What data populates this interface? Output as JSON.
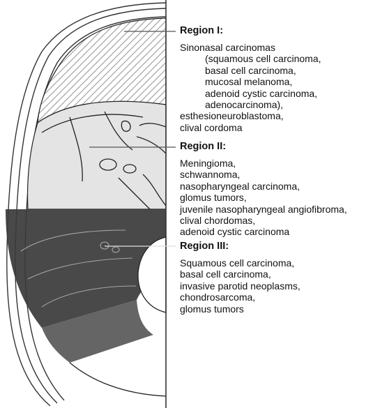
{
  "regions": [
    {
      "title": "Region I:",
      "lines": [
        {
          "text": "Sinonasal carcinomas",
          "indent": false
        },
        {
          "text": "(squamous cell carcinoma,",
          "indent": true
        },
        {
          "text": "basal cell carcinoma,",
          "indent": true
        },
        {
          "text": "mucosal melanoma,",
          "indent": true
        },
        {
          "text": "adenoid cystic carcinoma,",
          "indent": true
        },
        {
          "text": "adenocarcinoma),",
          "indent": true
        },
        {
          "text": "esthesioneuroblastoma,",
          "indent": false
        },
        {
          "text": "clival cordoma",
          "indent": false
        }
      ]
    },
    {
      "title": "Region II:",
      "lines": [
        {
          "text": "Meningioma,",
          "indent": false
        },
        {
          "text": "schwannoma,",
          "indent": false
        },
        {
          "text": "nasopharyngeal carcinoma,",
          "indent": false
        },
        {
          "text": "glomus tumors,",
          "indent": false
        },
        {
          "text": "juvenile nasopharyngeal angiofibroma,",
          "indent": false
        },
        {
          "text": "clival chordomas,",
          "indent": false
        },
        {
          "text": "adenoid cystic carcinoma",
          "indent": false
        }
      ]
    },
    {
      "title": "Region III:",
      "lines": [
        {
          "text": "Squamous cell carcinoma,",
          "indent": false
        },
        {
          "text": "basal cell carcinoma,",
          "indent": false
        },
        {
          "text": "invasive parotid neoplasms,",
          "indent": false
        },
        {
          "text": "chondrosarcoma,",
          "indent": false
        },
        {
          "text": "glomus tumors",
          "indent": false
        }
      ]
    }
  ],
  "colors": {
    "hatch": "#8a8a8a",
    "region2_shade": "#d6d6d6",
    "region3_shade": "#3d3d3d",
    "bone_line": "#222222",
    "leader": "#ffffff"
  }
}
